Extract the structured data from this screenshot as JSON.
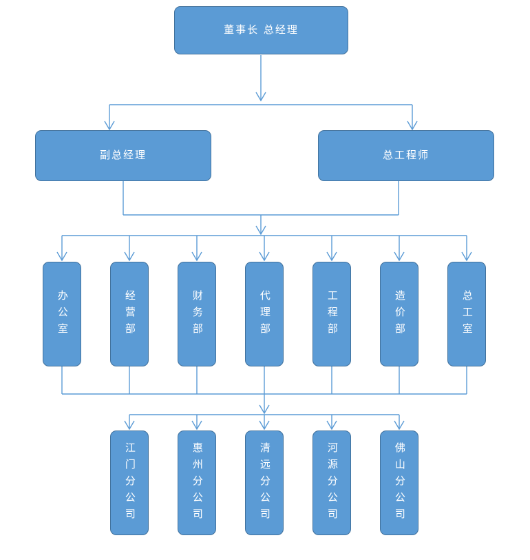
{
  "diagram": {
    "title_text": "董事长  总经理",
    "levels": [
      {
        "level_name": "executive",
        "nodes": [
          {
            "label": "董事长  总经理",
            "orientation": "horizontal"
          }
        ]
      },
      {
        "level_name": "senior-management",
        "nodes": [
          {
            "label": "副总经理",
            "orientation": "horizontal"
          },
          {
            "label": "总工程师",
            "orientation": "horizontal"
          }
        ]
      },
      {
        "level_name": "departments",
        "nodes": [
          {
            "label": "办公室",
            "orientation": "vertical"
          },
          {
            "label": "经营部",
            "orientation": "vertical"
          },
          {
            "label": "财务部",
            "orientation": "vertical"
          },
          {
            "label": "代理部",
            "orientation": "vertical"
          },
          {
            "label": "工程部",
            "orientation": "vertical"
          },
          {
            "label": "造价部",
            "orientation": "vertical"
          },
          {
            "label": "总工室",
            "orientation": "vertical"
          }
        ]
      },
      {
        "level_name": "branch-companies",
        "nodes": [
          {
            "label": "江门分公司",
            "orientation": "vertical"
          },
          {
            "label": "惠州分公司",
            "orientation": "vertical"
          },
          {
            "label": "清远分公司",
            "orientation": "vertical"
          },
          {
            "label": "河源分公司",
            "orientation": "vertical"
          },
          {
            "label": "佛山分公司",
            "orientation": "vertical"
          }
        ]
      }
    ],
    "colors": {
      "node_fill": "#5B9BD5",
      "node_border": "#41719C",
      "node_text": "#FFFFFF",
      "connector": "#5B9BD5",
      "background": "#FFFFFF"
    }
  }
}
